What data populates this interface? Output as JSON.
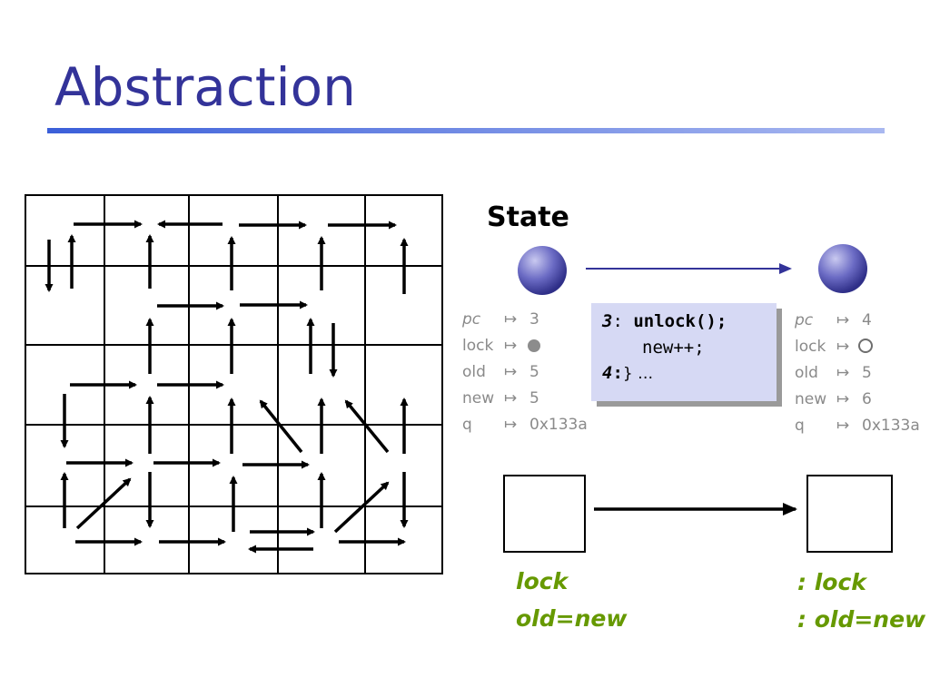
{
  "slide": {
    "title": "Abstraction",
    "title_color": "#333399"
  },
  "state": {
    "label": "State"
  },
  "left_vars": [
    {
      "name": "pc",
      "arrow": "↦",
      "value": "3",
      "italic": true
    },
    {
      "name": "lock",
      "arrow": "↦",
      "value": "",
      "icon": "filled-dot-icon"
    },
    {
      "name": "old",
      "arrow": "↦",
      "value": "5"
    },
    {
      "name": "new",
      "arrow": "↦",
      "value": "5"
    },
    {
      "name": "q",
      "arrow": "↦",
      "value": "0x133a"
    }
  ],
  "right_vars": [
    {
      "name": "pc",
      "arrow": "↦",
      "value": "4",
      "italic": true
    },
    {
      "name": "lock",
      "arrow": "↦",
      "value": "",
      "icon": "open-circle-icon"
    },
    {
      "name": "old",
      "arrow": "↦",
      "value": "5"
    },
    {
      "name": "new",
      "arrow": "↦",
      "value": "6"
    },
    {
      "name": "q",
      "arrow": "↦",
      "value": "0x133a"
    }
  ],
  "code": {
    "line1_num": "3",
    "line1_sep": ": ",
    "line1_stmt": "unlock();",
    "line2_stmt": "new++;",
    "line3_num": "4",
    "line3_sep": ":",
    "line3_rest": "} …"
  },
  "predicates_left": [
    "lock",
    "old=new"
  ],
  "predicates_right": [
    ": lock",
    ": old=new"
  ],
  "colors": {
    "predicate": "#669900",
    "state_node": "#5c5cb8",
    "transition_arrow": "#333399",
    "code_background": "#d6d9f4"
  }
}
